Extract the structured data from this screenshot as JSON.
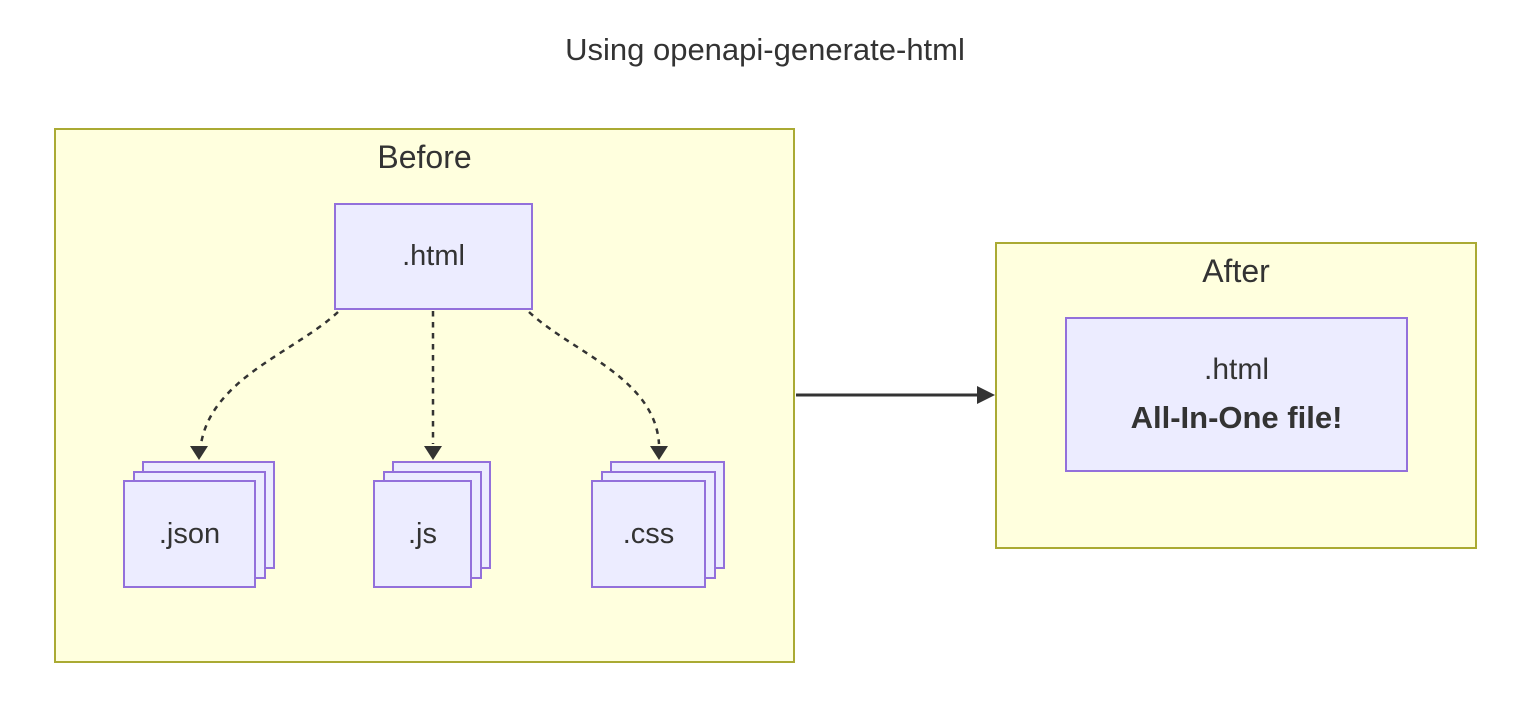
{
  "title": "Using openapi-generate-html",
  "colors": {
    "cluster_fill": "#ffffde",
    "cluster_border": "#aaaa33",
    "node_fill": "#ECECFF",
    "node_border": "#9370DB",
    "text": "#333333",
    "edge": "#333333"
  },
  "before": {
    "label": "Before",
    "html_node": {
      "label": ".html"
    },
    "stacks": [
      {
        "label": ".json"
      },
      {
        "label": ".js"
      },
      {
        "label": ".css"
      }
    ]
  },
  "after": {
    "label": "After",
    "node": {
      "line1": ".html",
      "line2": "All-In-One file!"
    }
  },
  "edges": [
    {
      "from": ".html",
      "to": ".json",
      "style": "dashed"
    },
    {
      "from": ".html",
      "to": ".js",
      "style": "dashed"
    },
    {
      "from": ".html",
      "to": ".css",
      "style": "dashed"
    },
    {
      "from": "Before",
      "to": "After",
      "style": "solid"
    }
  ]
}
